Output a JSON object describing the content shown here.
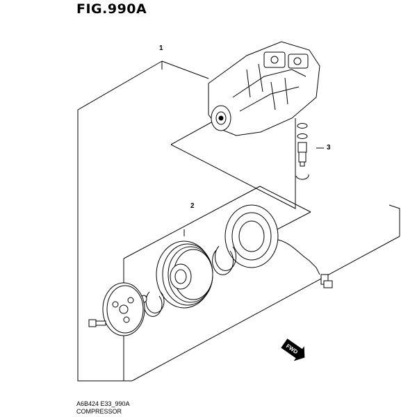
{
  "figure": {
    "title": "FIG.990A"
  },
  "callouts": [
    {
      "id": "1",
      "label": "1"
    },
    {
      "id": "2",
      "label": "2"
    },
    {
      "id": "3",
      "label": "3"
    }
  ],
  "direction_arrow": {
    "label": "FWD"
  },
  "footer": {
    "code": "A6B424 E33_990A",
    "name": "COMPRESSOR"
  }
}
